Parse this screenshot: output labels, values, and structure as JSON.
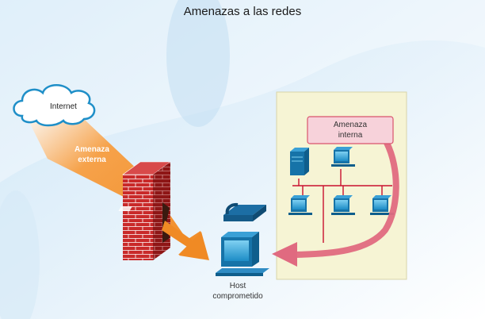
{
  "title": "Amenazas a las redes",
  "labels": {
    "internet": "Internet",
    "external_threat_line1": "Amenaza",
    "external_threat_line2": "externa",
    "internal_threat_line1": "Amenaza",
    "internal_threat_line2": "interna",
    "host_line1": "Host",
    "host_line2": "comprometido"
  },
  "icons": [
    "cloud-icon",
    "firewall-icon",
    "ip-phone-icon",
    "pc-icon",
    "server-icon"
  ],
  "colors": {
    "external_arrow": "#f08a24",
    "internal_arrow": "#e06a80",
    "network_panel": "#f6f4d4",
    "network_line": "#c8102e",
    "brick": "#c92a2a",
    "device": "#1f7fb8"
  }
}
